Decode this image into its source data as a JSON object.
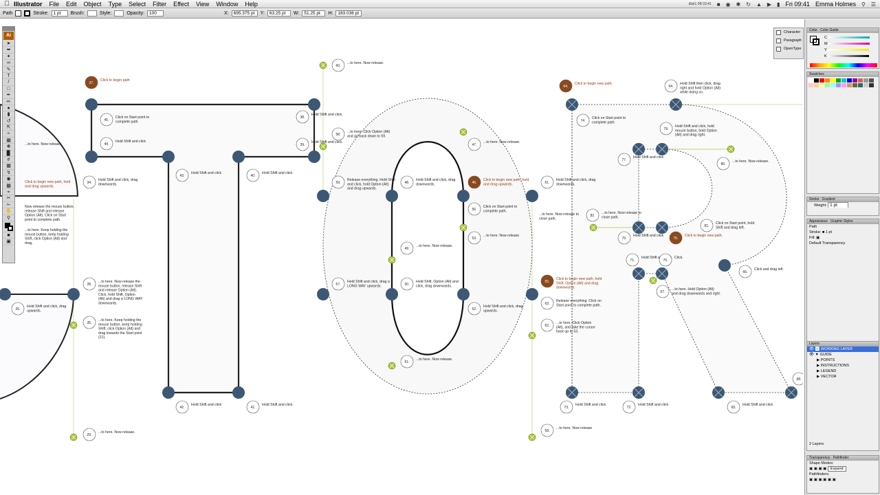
{
  "menubar": {
    "apple": "",
    "app": "Illustrator",
    "items": [
      "File",
      "Edit",
      "Object",
      "Type",
      "Select",
      "Filter",
      "Effect",
      "View",
      "Window",
      "Help"
    ],
    "clock": "Fri 09:41",
    "user": "Emma Holmes",
    "disk": "disk1 0B 03:41"
  },
  "control": {
    "selection": "Path",
    "stroke_label": "Stroke:",
    "stroke_value": "1 pt",
    "brush_label": "Brush:",
    "style_label": "Style:",
    "opacity_label": "Opacity:",
    "opacity_value": "100",
    "x_label": "X:",
    "x_value": "695.375 pt",
    "y_label": "Y:",
    "y_value": "63.25 pt",
    "w_label": "W:",
    "w_value": "51.25 pt",
    "h_label": "H:",
    "h_value": "183.036 pt"
  },
  "character_panel": {
    "items": [
      "Character",
      "Paragraph",
      "OpenType"
    ]
  },
  "panels": {
    "color": {
      "title": "Color",
      "tab2": "Color Guide",
      "channels": [
        "C",
        "M",
        "Y",
        "K"
      ]
    },
    "swatches": {
      "title": "Swatches"
    },
    "stroke": {
      "title": "Stroke",
      "tab2": "Gradient",
      "weight_label": "Weight:",
      "weight_value": "1 pt"
    },
    "appearance": {
      "title": "Appearance",
      "tab2": "Graphic Styles",
      "item": "Path",
      "stroke_label": "Stroke:",
      "stroke_value": "1 pt",
      "fill_label": "Fill:",
      "opacity_label": "Default Transparency"
    },
    "layers": {
      "title": "Layers",
      "items": [
        "WORKING LAYER",
        "GUIDE",
        "POINTS",
        "INSTRUCTIONS",
        "LEGEND",
        "VECTOR"
      ],
      "count": "2 Layers"
    },
    "pathfinder": {
      "title": "Transparency",
      "tab2": "Pathfinder",
      "shape_modes": "Shape Modes:",
      "pathfinders": "Pathfinders:",
      "expand": "Expand"
    }
  },
  "colors": {
    "node": "#3d5874",
    "start": "#8a4a1f",
    "handle": "#a8c63c",
    "brown_text": "#8a3d14",
    "guide": "#c5d88a"
  },
  "legend": [
    {
      "n": "37.",
      "t": "Click to begin path",
      "c": "start"
    },
    {
      "n": "45.",
      "t": "Click on Start point to complete path"
    },
    {
      "n": "44.",
      "t": "Hold Shift and click"
    },
    {
      "n": "38.",
      "t": "Hold Shift and click."
    },
    {
      "n": "39.",
      "t": "Hold Shift and click."
    },
    {
      "n": "43.",
      "t": "Hold Shift and click"
    },
    {
      "n": "40.",
      "t": "Hold Shift and click."
    },
    {
      "n": "42.",
      "t": "Hold Shift and click"
    },
    {
      "n": "41.",
      "t": "Hold Shift and click."
    },
    {
      "n": "34.",
      "t": "Hold Shift and click, drag downwards."
    },
    {
      "n": "28.",
      "t": "...to here. Now release the mouse button, release Shift and release Option (Alt). Click, hold Shift, Option (Alt) and drag a LONG WAY downwards."
    },
    {
      "n": "35.",
      "t": "...to here. Keep holding the mouse button, keep holding Shift, click Option (Alt) and drag towards the Start point (21)."
    },
    {
      "n": "29.",
      "t": "...to here. Now release."
    },
    {
      "n": "26.",
      "t": "Hold Shift and click, drag upwards."
    },
    {
      "n": "",
      "t": "...to here. Now release."
    },
    {
      "n": "",
      "t": "Click to begin new path, hold and drag upwards.",
      "c": "start"
    },
    {
      "n": "",
      "t": "Now release the mouse button, release Shift and release Option (Alt). Click on Start point to complete path."
    },
    {
      "n": "",
      "t": "...to here. Keep holding the mouse button, keep holding Shift, click Option (Alt) and drag."
    },
    {
      "n": "60.",
      "t": "...to here. Now release."
    },
    {
      "n": "58.",
      "t": "...to here. Click Option (Alt) and go back down to 59."
    },
    {
      "n": "59.",
      "t": "Release everything. Hold Shift and click, hold Option (Alt) and drag upwards."
    },
    {
      "n": "57.",
      "t": "Hold Shift and click, drag a LONG WAY upwards."
    },
    {
      "n": "48.",
      "t": "Hold Shift and click, drag downwards."
    },
    {
      "n": "49.",
      "t": "...to here. Now release."
    },
    {
      "n": "50.",
      "t": "Hold Shift, Option (Alt) and click, drag downwards."
    },
    {
      "n": "51.",
      "t": "...to here. Now release."
    },
    {
      "n": "47.",
      "t": "...to here. Now release."
    },
    {
      "n": "46.",
      "t": "Click to begin new path, hold and drag upwards.",
      "c": "start"
    },
    {
      "n": "56.",
      "t": "Click on Start point to complete path."
    },
    {
      "n": "53.",
      "t": "...to here. Now release"
    },
    {
      "n": "52.",
      "t": "Hold Shift and click, drag upwards."
    },
    {
      "n": "61.",
      "t": "Hold Shift and click, drag downwards."
    },
    {
      "n": "",
      "t": "...to here. Now release to close path."
    },
    {
      "n": "55.",
      "t": "Click to begin new path, hold Shift, Option (Alt) and drag downwards.",
      "c": "start"
    },
    {
      "n": "63.",
      "t": "Release everything. Click on Start point to complete path."
    },
    {
      "n": "62.",
      "t": "...to here. Click Option (Alt), and take the cursor back up to 53."
    },
    {
      "n": "58.",
      "t": "...to here. Now release"
    },
    {
      "n": "64.",
      "t": "Click to begin new path.",
      "c": "start"
    },
    {
      "n": "64.",
      "t": "Hold Shift then click, drag right and hold Option (Alt) while doing so."
    },
    {
      "n": "74.",
      "t": "Click on Start point to complete path"
    },
    {
      "n": "79.",
      "t": "Hold Shift and click, hold mouse button, hold Option (Alt) and drag right."
    },
    {
      "n": "77.",
      "t": "Hold Shift and click"
    },
    {
      "n": "80.",
      "t": "...to here. Now release."
    },
    {
      "n": "82.",
      "t": "...to here. Now release to close path."
    },
    {
      "n": "76.",
      "t": "Hold Shift and click"
    },
    {
      "n": "81.",
      "t": "Click on Start point, hold Shift and drag left."
    },
    {
      "n": "75.",
      "t": "Click to begin new path.",
      "c": "start"
    },
    {
      "n": "71.",
      "t": "Hold Shift and click"
    },
    {
      "n": "70.",
      "t": "Click."
    },
    {
      "n": "66.",
      "t": "Click and drag left."
    },
    {
      "n": "67.",
      "t": "...to here. Hold Option (Alt) and drag downwards and right."
    },
    {
      "n": "73.",
      "t": "Hold Shift and click"
    },
    {
      "n": "72.",
      "t": "Hold Shift and click"
    },
    {
      "n": "69.",
      "t": "Hold Shift and click"
    },
    {
      "n": "68.",
      "t": ""
    }
  ]
}
